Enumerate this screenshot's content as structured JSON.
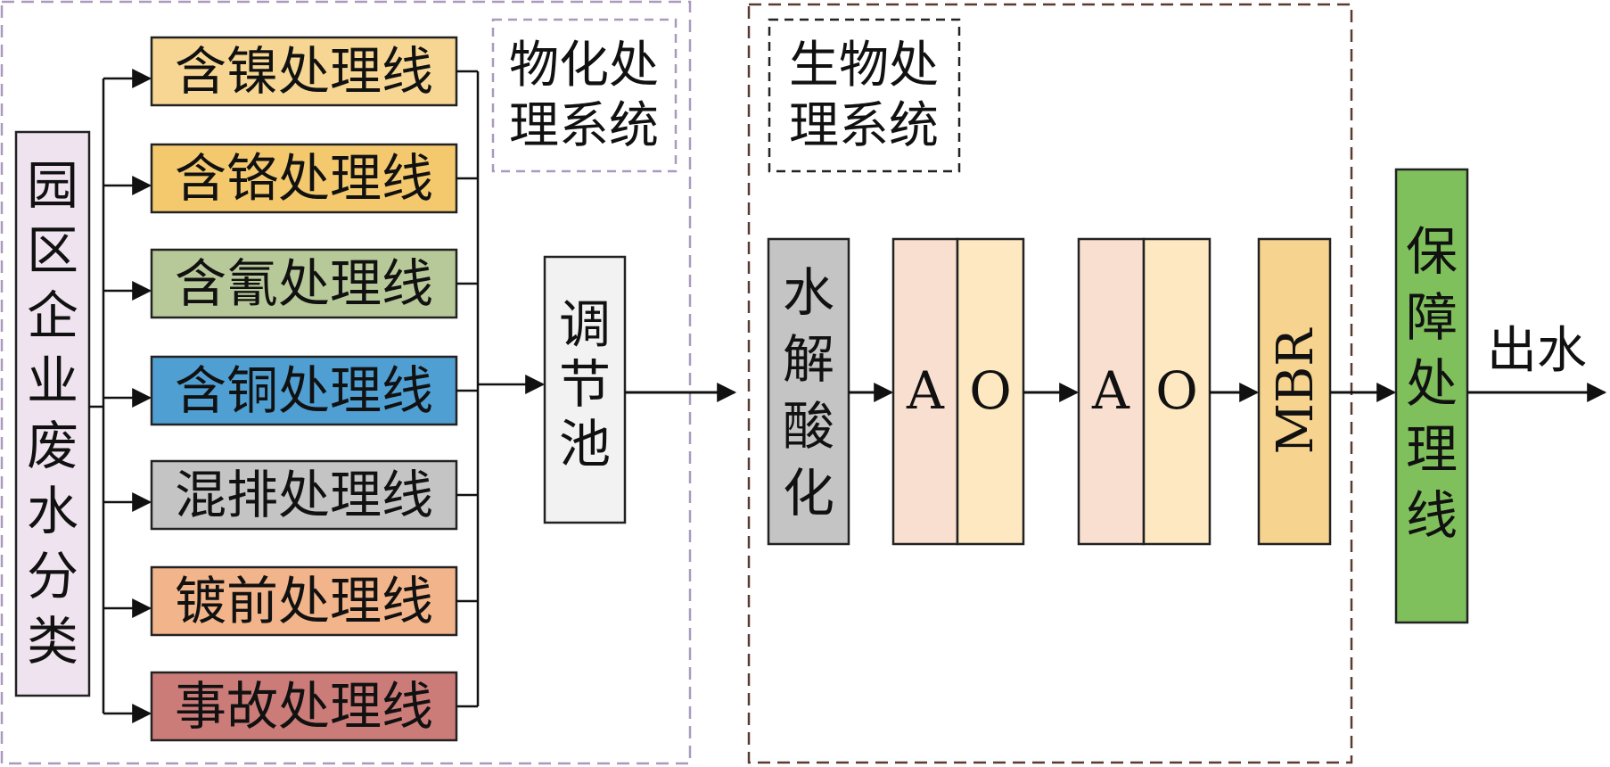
{
  "source": {
    "label": "园区企业废水分类",
    "color": "#efe3ef"
  },
  "physchem": {
    "title_line1": "物化处",
    "title_line2": "理系统",
    "border_color": "#a99abd"
  },
  "lines": [
    {
      "label": "含镍处理线",
      "color": "#f6d692"
    },
    {
      "label": "含铬处理线",
      "color": "#f4c96e"
    },
    {
      "label": "含氰处理线",
      "color": "#b8c999"
    },
    {
      "label": "含铜处理线",
      "color": "#4f9fd3"
    },
    {
      "label": "混排处理线",
      "color": "#c4c4c4"
    },
    {
      "label": "镀前处理线",
      "color": "#f2b48a"
    },
    {
      "label": "事故处理线",
      "color": "#cc7c78"
    }
  ],
  "tank": {
    "label": "调节池",
    "color": "#f2f2f2"
  },
  "bio": {
    "title_line1": "生物处",
    "title_line2": "理系统",
    "border_color": "#5a3a30"
  },
  "hydrolysis": {
    "label": "水解酸化",
    "color": "#c4c4c4"
  },
  "ao_units": [
    {
      "a": "A",
      "o": "O",
      "a_color": "#f9dfcf",
      "o_color": "#fde8c1"
    },
    {
      "a": "A",
      "o": "O",
      "a_color": "#f9dfcf",
      "o_color": "#fde8c1"
    }
  ],
  "mbr": {
    "label": "MBR",
    "color": "#f6d38e"
  },
  "guarantee": {
    "label": "保障处理线",
    "color": "#7fbf5c"
  },
  "outlet": {
    "label": "出水"
  }
}
